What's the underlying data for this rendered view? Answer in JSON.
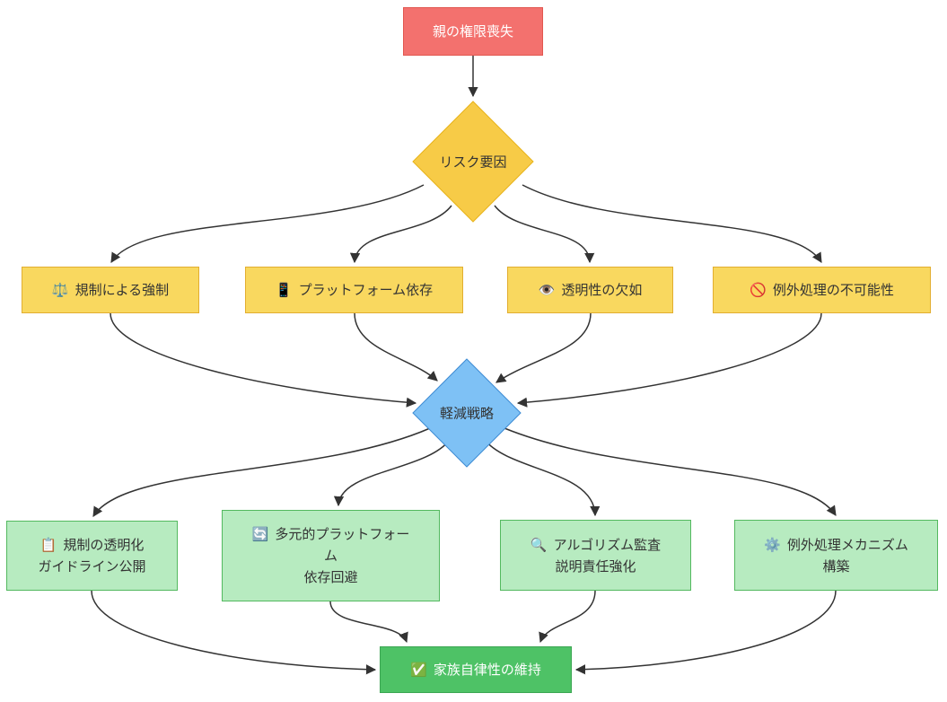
{
  "diagram": {
    "type": "flowchart",
    "direction": "top-down",
    "nodes": {
      "start": {
        "label": "親の権限喪失",
        "shape": "rect",
        "fill": "#F3716E",
        "stroke": "#E25750",
        "text_color": "#FFFFFF"
      },
      "risk": {
        "label": "リスク要因",
        "shape": "diamond",
        "fill": "#F7CB47",
        "stroke": "#E8B31A",
        "text_color": "#333333"
      },
      "y1": {
        "icon": "⚖️",
        "icon_name": "scales-icon",
        "label": "規制による強制",
        "shape": "rect",
        "fill": "#F9D85F",
        "stroke": "#E2AE30"
      },
      "y2": {
        "icon": "📱",
        "icon_name": "mobile-phone-icon",
        "label": "プラットフォーム依存",
        "shape": "rect",
        "fill": "#F9D85F",
        "stroke": "#E2AE30"
      },
      "y3": {
        "icon": "👁️",
        "icon_name": "eye-icon",
        "label": "透明性の欠如",
        "shape": "rect",
        "fill": "#F9D85F",
        "stroke": "#E2AE30"
      },
      "y4": {
        "icon": "🚫",
        "icon_name": "prohibited-icon",
        "label": "例外処理の不可能性",
        "shape": "rect",
        "fill": "#F9D85F",
        "stroke": "#E2AE30"
      },
      "mitigation": {
        "label": "軽減戦略",
        "shape": "diamond",
        "fill": "#7EC1F5",
        "stroke": "#3D8BD3",
        "text_color": "#333333"
      },
      "g1": {
        "icon": "📋",
        "icon_name": "clipboard-icon",
        "lines": [
          "規制の透明化",
          "ガイドライン公開"
        ],
        "shape": "rect",
        "fill": "#B7EBC0",
        "stroke": "#53B95F"
      },
      "g2": {
        "icon": "🔄",
        "icon_name": "cycle-arrows-icon",
        "lines": [
          "多元的プラットフォー",
          "ム",
          "依存回避"
        ],
        "shape": "rect",
        "fill": "#B7EBC0",
        "stroke": "#53B95F"
      },
      "g3": {
        "icon": "🔍",
        "icon_name": "magnifier-icon",
        "lines": [
          "アルゴリズム監査",
          "説明責任強化"
        ],
        "shape": "rect",
        "fill": "#B7EBC0",
        "stroke": "#53B95F"
      },
      "g4": {
        "icon": "⚙️",
        "icon_name": "gear-icon",
        "lines": [
          "例外処理メカニズム",
          "構築"
        ],
        "shape": "rect",
        "fill": "#B7EBC0",
        "stroke": "#53B95F"
      },
      "end": {
        "icon": "✅",
        "icon_name": "check-icon",
        "label": "家族自律性の維持",
        "shape": "rect",
        "fill": "#4EC266",
        "stroke": "#3CA653",
        "text_color": "#FFFFFF"
      }
    },
    "edges": [
      {
        "from": "start",
        "to": "risk"
      },
      {
        "from": "risk",
        "to": "y1"
      },
      {
        "from": "risk",
        "to": "y2"
      },
      {
        "from": "risk",
        "to": "y3"
      },
      {
        "from": "risk",
        "to": "y4"
      },
      {
        "from": "y1",
        "to": "mitigation"
      },
      {
        "from": "y2",
        "to": "mitigation"
      },
      {
        "from": "y3",
        "to": "mitigation"
      },
      {
        "from": "y4",
        "to": "mitigation"
      },
      {
        "from": "mitigation",
        "to": "g1"
      },
      {
        "from": "mitigation",
        "to": "g2"
      },
      {
        "from": "mitigation",
        "to": "g3"
      },
      {
        "from": "mitigation",
        "to": "g4"
      },
      {
        "from": "g1",
        "to": "end"
      },
      {
        "from": "g2",
        "to": "end"
      },
      {
        "from": "g3",
        "to": "end"
      },
      {
        "from": "g4",
        "to": "end"
      }
    ],
    "colors": {
      "edge": "#333333",
      "background": "#FFFFFF"
    }
  }
}
